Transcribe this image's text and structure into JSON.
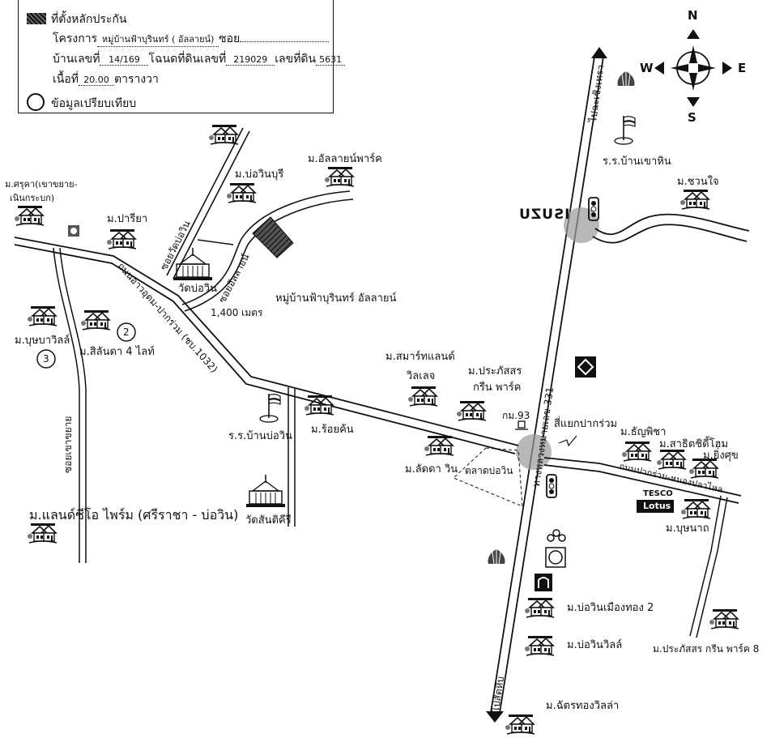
{
  "legend": {
    "row1": "ที่ตั้งหลักประกัน",
    "row2_label": "โครงการ",
    "row2_value": "หมู่บ้านฟ้าบุรินทร์ ( อัลลายน์)",
    "row2_label2": "ซอย",
    "row3_label": "บ้านเลขที่",
    "row3_value": "14/169",
    "row3_label2": "โฉนดที่ดินเลขที่",
    "row3_value2": "219029",
    "row3_label3": "เลขที่ดิน",
    "row3_value3": "5631",
    "row4_label": "เนื้อที่",
    "row4_value": "20.00",
    "row4_label2": "ตารางวา",
    "row5": "ข้อมูลเปรียบเทียบ"
  },
  "compass": {
    "n": "N",
    "s": "S",
    "e": "E",
    "w": "W"
  },
  "labels": {
    "srukha": "ม.ศรุคา(เขาขยาย-",
    "srukha2": "เนินกระบก)",
    "pariya": "ม.ปารียา",
    "bowinburi": "ม.บ่อวินบุรี",
    "alliance_park": "ม.อัลลายน์พาร์ค",
    "soi_wat": "ซอยวัดบ่อวิน",
    "soi_alliance": "ซอยอัลลายน์",
    "wat_bowin": "วัดบ่อวิน",
    "distance": "1,400 เมตร",
    "village": "หมู่บ้านฟ้าบุรินทร์ อัลลายน์",
    "road_1032": "ถนนอ่าวอุดม-ปากร่วม (ชบ.1032)",
    "boonbavil": "ม.บุษบาวิลล์",
    "silanda": "ม.สิลันดา 4 ไลท์",
    "num2": "2",
    "num3": "3",
    "soi_khaokhayai": "ซอยเขาขยาย",
    "rr_khaohin": "ร.ร.บ้านเขาหิน",
    "chuanchai": "ม.ชวนใจ",
    "isuzu": "ISUZU",
    "pai_chachoengsao": "ไปฉะเชิงเทรา",
    "highway331": "ทางหลวงหมายเลข 331",
    "smartland": "ม.สมาร์ทแลนด์",
    "smartland2": "วิลเลจ",
    "prasassorn": "ม.ประภัสสร",
    "prasassorn2": "กรีน พาร์ค",
    "km93": "กม.93",
    "intersection": "สี่แยกปากร่วม",
    "rr_bowin": "ร.ร.บ้านบ่อวิน",
    "roikhan": "ม.ร้อยค้น",
    "ladda": "ม.ลัดดา วิน",
    "market": "ตลาดบ่อวิน",
    "thanyapisha": "ม.ธัญพิชา",
    "sathitchidee": "ม.สาธิตชิดี้โฮม",
    "yingsuk": "ม.ยิ่งศุข",
    "road_east": "ถนนปากร่วม-หนองปลาไหล",
    "tesco": "TESCO",
    "lotus": "Lotus",
    "bussana": "ม.บุษนาถ",
    "wat_santikhiri": "วัดสันติคีรี",
    "landcio": "ม.แลนด์ซีโอ ไพร์ม (ศรีราชา - บ่อวิน)",
    "bowin_muangthong": "ม.บ่อวินเมืองทอง 2",
    "bowinvill": "ม.บ่อวินวิลล์",
    "prasassorn8": "ม.ประภัสสร กรีน พาร์ค 8",
    "pai_sattahip": "ไปสัตหีบ",
    "chattong": "ม.ฉัตรทองวิลล่า"
  },
  "colors": {
    "ink": "#111111",
    "circle_grey": "#9a9a9a",
    "hatch": "#333333",
    "shell": "#333333"
  }
}
